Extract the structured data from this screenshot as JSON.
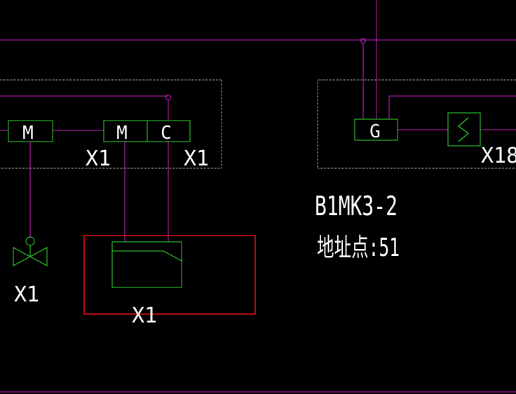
{
  "colors": {
    "background": "#000000",
    "wire": "#cc22cc",
    "module_box": "#dddddd",
    "symbol": "#33dd33",
    "highlight": "#ee1111",
    "text": "#ffffff"
  },
  "symbols": {
    "m1": "M",
    "m2": "M",
    "c": "C",
    "g": "G",
    "s": "S"
  },
  "labels": {
    "x1_left_module": "X1",
    "x1_right_module": "X1",
    "x1_valve": "X1",
    "x1_box": "X1",
    "x18": "X18"
  },
  "module": {
    "name": "B1MK3-2",
    "address": "地址点:51"
  }
}
